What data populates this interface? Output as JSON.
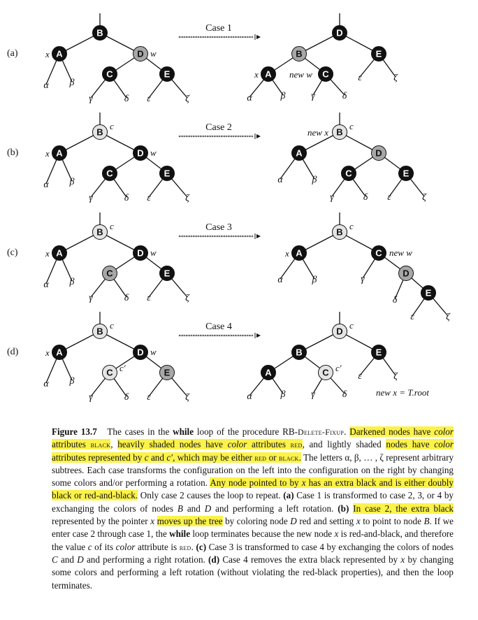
{
  "figure": {
    "colors": {
      "black": "#111111",
      "gray": "#a7a7a7",
      "light": "#e4e4e4",
      "highlight": "#fbf24a"
    },
    "rows": [
      {
        "label": "(a)",
        "case": "Case 1",
        "left": {
          "nodes": [
            {
              "id": "B",
              "c": "black",
              "ann": ""
            },
            {
              "id": "A",
              "c": "black",
              "ann": "x"
            },
            {
              "id": "D",
              "c": "gray",
              "ann": "w"
            },
            {
              "id": "C",
              "c": "black",
              "ann": ""
            },
            {
              "id": "E",
              "c": "black",
              "ann": ""
            }
          ],
          "greeks": [
            "α",
            "β",
            "γ",
            "δ",
            "ε",
            "ζ"
          ]
        },
        "right": {
          "nodes": [
            {
              "id": "D",
              "c": "black",
              "ann": ""
            },
            {
              "id": "B",
              "c": "gray",
              "ann": ""
            },
            {
              "id": "E",
              "c": "black",
              "ann": ""
            },
            {
              "id": "A",
              "c": "black",
              "ann": "x"
            },
            {
              "id": "C",
              "c": "black",
              "ann": "new w"
            }
          ],
          "greeks": [
            "α",
            "β",
            "γ",
            "δ",
            "ε",
            "ζ"
          ]
        }
      },
      {
        "label": "(b)",
        "case": "Case 2",
        "left": {
          "nodes": [
            {
              "id": "B",
              "c": "light",
              "ann": "c"
            },
            {
              "id": "A",
              "c": "black",
              "ann": "x"
            },
            {
              "id": "D",
              "c": "black",
              "ann": "w"
            },
            {
              "id": "C",
              "c": "black",
              "ann": ""
            },
            {
              "id": "E",
              "c": "black",
              "ann": ""
            }
          ],
          "greeks": [
            "α",
            "β",
            "γ",
            "δ",
            "ε",
            "ζ"
          ]
        },
        "right": {
          "nodes": [
            {
              "id": "B",
              "c": "light",
              "ann": "c"
            },
            {
              "id": "A",
              "c": "black",
              "ann": ""
            },
            {
              "id": "D",
              "c": "gray",
              "ann": ""
            },
            {
              "id": "C",
              "c": "black",
              "ann": ""
            },
            {
              "id": "E",
              "c": "black",
              "ann": ""
            }
          ],
          "topAnn": "new x",
          "greeks": [
            "α",
            "β",
            "γ",
            "δ",
            "ε",
            "ζ"
          ]
        }
      },
      {
        "label": "(c)",
        "case": "Case 3",
        "left": {
          "nodes": [
            {
              "id": "B",
              "c": "light",
              "ann": "c"
            },
            {
              "id": "A",
              "c": "black",
              "ann": "x"
            },
            {
              "id": "D",
              "c": "black",
              "ann": "w"
            },
            {
              "id": "C",
              "c": "gray",
              "ann": ""
            },
            {
              "id": "E",
              "c": "black",
              "ann": ""
            }
          ],
          "greeks": [
            "α",
            "β",
            "γ",
            "δ",
            "ε",
            "ζ"
          ]
        },
        "right": {
          "nodes": [
            {
              "id": "B",
              "c": "light",
              "ann": "c"
            },
            {
              "id": "A",
              "c": "black",
              "ann": "x"
            },
            {
              "id": "C",
              "c": "black",
              "ann": "new w"
            },
            {
              "id": "D",
              "c": "gray",
              "ann": ""
            },
            {
              "id": "E",
              "c": "black",
              "ann": ""
            }
          ],
          "greeks": [
            "α",
            "β",
            "γ",
            "δ",
            "ε",
            "ζ"
          ]
        }
      },
      {
        "label": "(d)",
        "case": "Case 4",
        "left": {
          "nodes": [
            {
              "id": "B",
              "c": "light",
              "ann": "c"
            },
            {
              "id": "A",
              "c": "black",
              "ann": "x"
            },
            {
              "id": "D",
              "c": "black",
              "ann": "w"
            },
            {
              "id": "C",
              "c": "light",
              "ann": "c′"
            },
            {
              "id": "E",
              "c": "gray",
              "ann": ""
            }
          ],
          "greeks": [
            "α",
            "β",
            "γ",
            "δ",
            "ε",
            "ζ"
          ]
        },
        "right": {
          "nodes": [
            {
              "id": "D",
              "c": "light",
              "ann": "c"
            },
            {
              "id": "B",
              "c": "black",
              "ann": ""
            },
            {
              "id": "E",
              "c": "black",
              "ann": ""
            },
            {
              "id": "A",
              "c": "black",
              "ann": ""
            },
            {
              "id": "C",
              "c": "light",
              "ann": "c′"
            }
          ],
          "greeks": [
            "α",
            "β",
            "γ",
            "δ",
            "ε",
            "ζ"
          ],
          "note": "new x = T.root"
        }
      }
    ]
  },
  "caption": {
    "fig_label": "Figure 13.7",
    "s1": "The cases in the ",
    "while1": "while",
    "s2": " loop of the procedure RB",
    "proc_dash": "-",
    "proc_name": "Delete-Fixup",
    "s3": ". ",
    "h1": "Darkened nodes have ",
    "h1_color": "color",
    "h1b": " attributes ",
    "h1_black": "black",
    "s4": ", ",
    "h2": "heavily shaded nodes have ",
    "h2_color": "color",
    "h2b": " attributes ",
    "h2_red": "red",
    "s5": ", and lightly shaded ",
    "h3": "nodes have ",
    "h3_color": "color",
    "h3b": " attributes represented by ",
    "h3_c": "c",
    "h3c": " and ",
    "h3_c2": "c′",
    "h3d": ", which may be either ",
    "h3_red": "red",
    "h3e": " or ",
    "h3_black": "black",
    "h3f": ".",
    "s6": " The letters α, β, … , ζ represent arbitrary subtrees. Each case transforms the configuration on the left into the configuration on the right by changing some colors and/or performing a rotation. ",
    "h4": "Any node pointed to by ",
    "h4_x": "x",
    "h4b": " has an extra black and is either doubly black or red-and-black.",
    "s7": " Only case 2 causes the loop to repeat. ",
    "a_label": "(a)",
    "s8": " Case 1 is transformed to case 2, 3, or 4 by exchanging the colors of nodes ",
    "s8_B": "B",
    "s8b": " and ",
    "s8_D": "D",
    "s8c": " and performing a left rotation. ",
    "b_label": "(b)",
    "s9": " ",
    "h5": "In case 2, the extra black",
    "s10": " represented by the pointer ",
    "s10_x": "x",
    "s10b": " ",
    "h6": "moves up the tree",
    "s11": " by coloring node ",
    "s11_D": "D",
    "s11b": " red and setting ",
    "s11_x": "x",
    "s11c": " to point to node ",
    "s11_B": "B",
    "s11d": ". If we enter case 2 through case 1, the ",
    "while2": "while",
    "s12": " loop terminates because the new node ",
    "s12_x": "x",
    "s12b": " is red-and-black, and therefore the value ",
    "s12_c": "c",
    "s12c": " of its ",
    "s12_color": "color",
    "s12d": " attribute is ",
    "s12_red": "red",
    "s12e": ". ",
    "c_label": "(c)",
    "s13": " Case 3 is transformed to case 4 by exchanging the colors of nodes ",
    "s13_C": "C",
    "s13b": " and ",
    "s13_D": "D",
    "s13c": " and performing a right rotation. ",
    "d_label": "(d)",
    "s14": " Case 4 removes the extra black represented by ",
    "s14_x": "x",
    "s14b": " by changing some colors and performing a left rotation (without violating the red-black properties), and then the loop terminates."
  }
}
